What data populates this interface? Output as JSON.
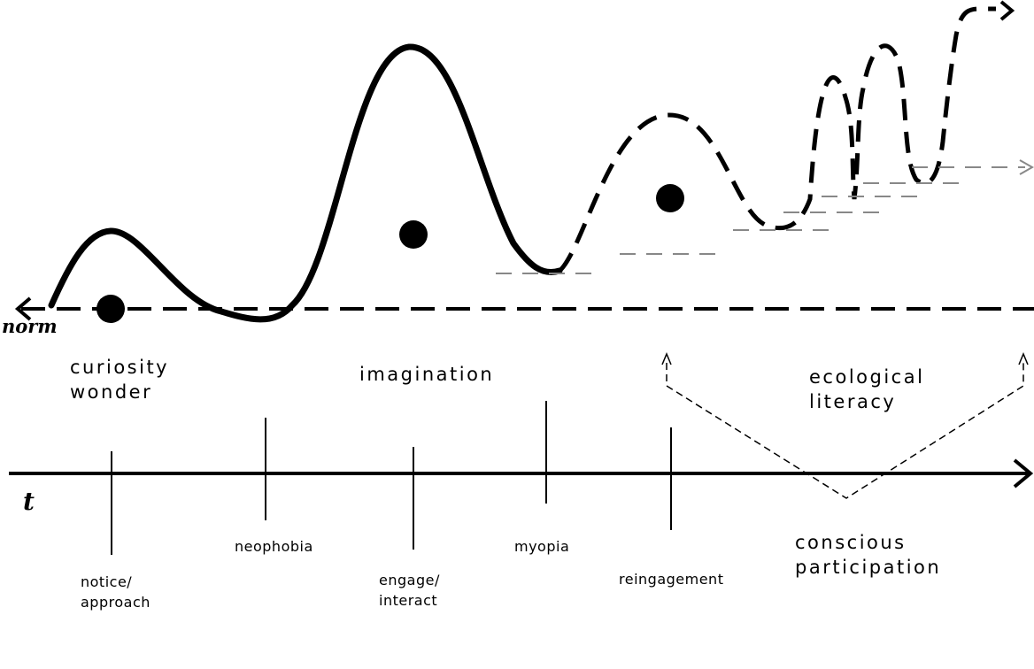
{
  "axis_labels": {
    "norm": "norm",
    "time": "t"
  },
  "stages": {
    "curiosity": "curiosity\nwonder",
    "imagination": "imagination",
    "ecological": "ecological\nliteracy",
    "conscious": "conscious\nparticipation"
  },
  "phases": {
    "notice": "notice/\napproach",
    "neophobia": "neophobia",
    "engage": "engage/\ninteract",
    "myopia": "myopia",
    "reingagement": "reingagement"
  },
  "colors": {
    "ink": "#000000",
    "guide": "#888888"
  }
}
